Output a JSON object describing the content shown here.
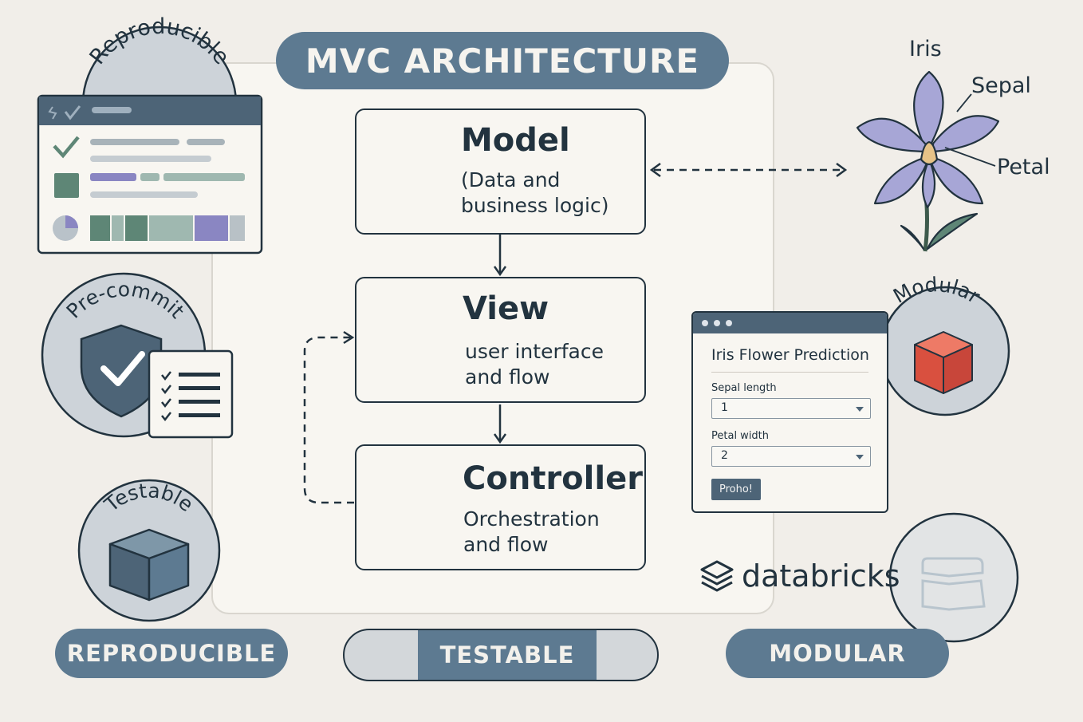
{
  "title": "MVC ARCHITECTURE",
  "model": {
    "heading": "Model",
    "description": "(Data and\nbusiness logic)",
    "icon": "python-icon"
  },
  "view": {
    "heading": "View",
    "description": "user interface\nand flow",
    "icon": "window-layout-icon"
  },
  "controller": {
    "heading": "Controller",
    "description": "Orchestration\nand flow",
    "icon": "gears-icon"
  },
  "badges": {
    "reproducible": "Reproducible",
    "precommit": "Pre-commit",
    "testable": "Testable",
    "modular": "Modular"
  },
  "bottom_pills": {
    "reproducible": "REPRODUCIBLE",
    "testable": "TESTABLE",
    "modular": "MODULAR"
  },
  "iris": {
    "title": "Iris",
    "sepal": "Sepal",
    "petal": "Petal"
  },
  "form": {
    "title": "Iris Flower Prediction",
    "field1_label": "Sepal length",
    "field1_value": "1",
    "field2_label": "Petal width",
    "field2_value": "2",
    "button_label": "Proho!"
  },
  "brand": "databricks",
  "colors": {
    "accent": "#5d7a91",
    "dark": "#22333f",
    "cube_red": "#e06150",
    "petal": "#a7a6d6",
    "teal": "#5e8676"
  }
}
